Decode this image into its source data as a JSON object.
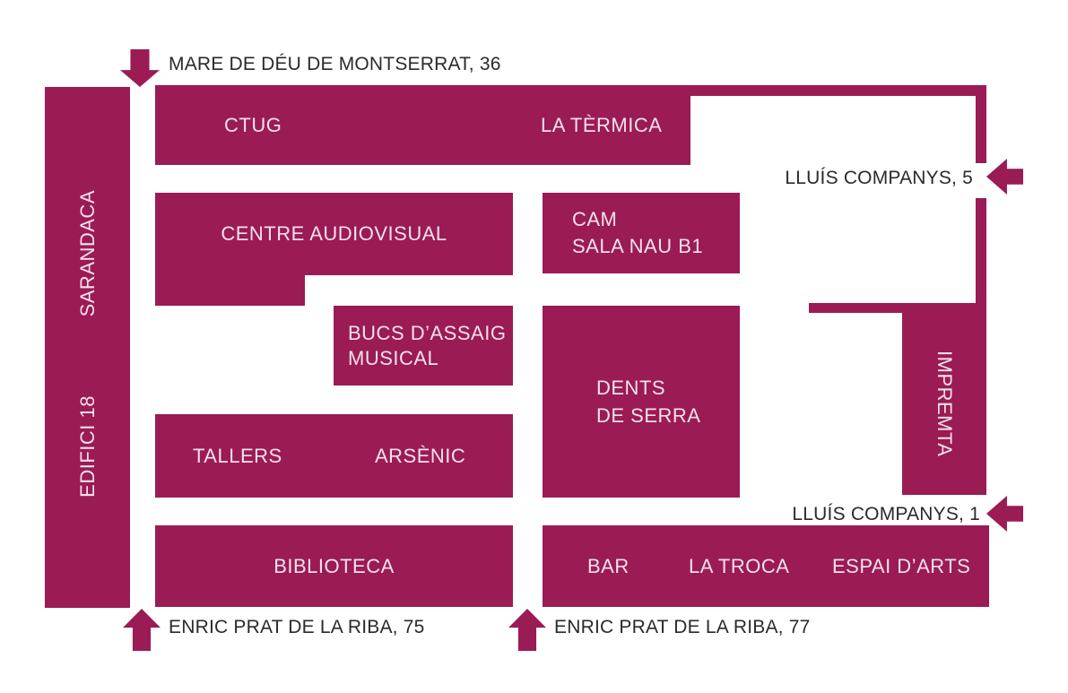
{
  "colors": {
    "maroon": "#9B1B54",
    "building_label": "#F5E1EB",
    "street_text": "#2B2A2B",
    "background": "#FFFFFF"
  },
  "streets": {
    "mare_de_deu": "MARE DE DÉU DE MONTSERRAT, 36",
    "lluis_companys_5": "LLUÍS COMPANYS, 5",
    "lluis_companys_1": "LLUÍS COMPANYS, 1",
    "enric_prat_75": "ENRIC PRAT DE LA RIBA, 75",
    "enric_prat_77": "ENRIC PRAT DE LA RIBA, 77"
  },
  "buildings": {
    "sarandaca": "SARANDACA",
    "edifici_18": "EDIFICI 18",
    "ctug": "CTUG",
    "la_termica": "LA TÈRMICA",
    "centre_audiovisual": "CENTRE AUDIOVISUAL",
    "cam": {
      "line1": "CAM",
      "line2": "SALA NAU B1"
    },
    "bucs": {
      "line1": "BUCS D’ASSAIG",
      "line2": "MUSICAL"
    },
    "dents": {
      "line1": "DENTS",
      "line2": "DE SERRA"
    },
    "tallers": "TALLERS",
    "arsenic": "ARSÈNIC",
    "impremta": "IMPREMTA",
    "biblioteca": "BIBLIOTECA",
    "bar": "BAR",
    "la_troca": "LA TROCA",
    "espai_darts": "ESPAI D’ARTS"
  }
}
